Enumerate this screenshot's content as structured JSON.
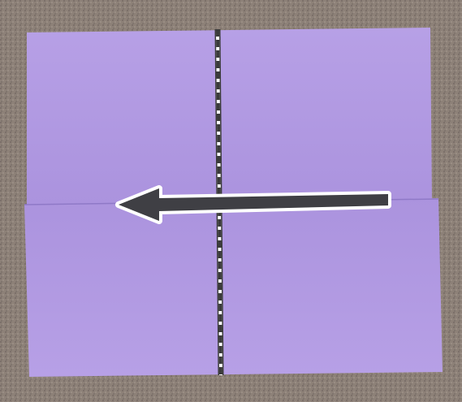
{
  "scene": {
    "surface": "carpet",
    "object": "folded-paper-sheet",
    "instruction": "fold-left-along-dashed-line"
  },
  "colors": {
    "carpet": "#8d8178",
    "carpet_dark": "#6f6560",
    "carpet_light": "#a89c92",
    "paper_top": "#b7a0e6",
    "paper_bottom": "#ab93de",
    "paper_shadow": "#8f79c7",
    "arrow_fill": "#3f3f44",
    "arrow_outline": "#ffffff",
    "dashed_line": "#ffffff",
    "dashed_outline": "#3a3a3a"
  },
  "icons": {
    "arrow": "arrow-left-icon",
    "fold_line": "dashed-fold-line"
  }
}
